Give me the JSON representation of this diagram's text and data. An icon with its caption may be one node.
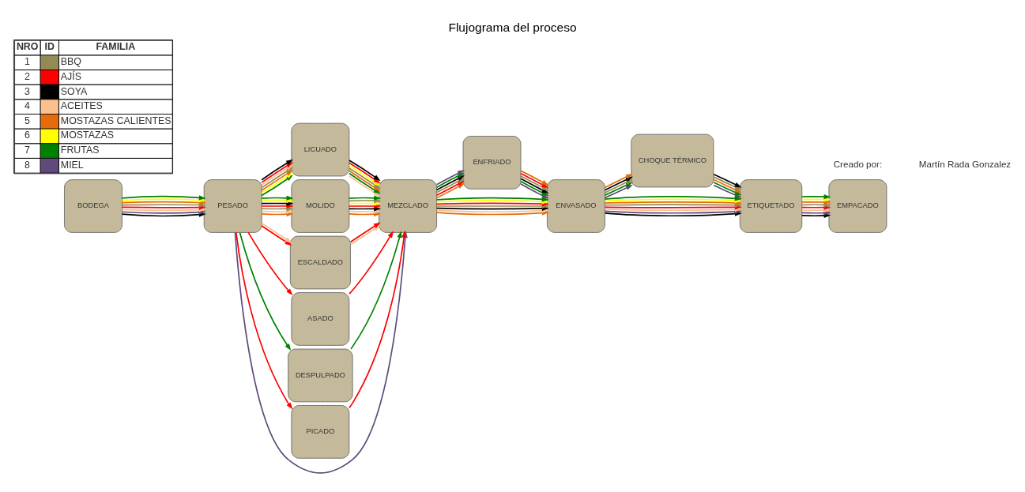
{
  "diagram": {
    "title": "Flujograma del proceso",
    "nodes": [
      {
        "text": [
          "BODEGA"
        ]
      },
      {
        "text": [
          "PESADO"
        ]
      },
      {
        "text": [
          "LICUADO"
        ]
      },
      {
        "text": [
          "MOLIDO"
        ]
      },
      {
        "text": [
          "ESCALDADO"
        ]
      },
      {
        "text": [
          "ASADO"
        ]
      },
      {
        "text": [
          "DESPULPADO"
        ]
      },
      {
        "text": [
          "PICADO"
        ]
      },
      {
        "text": [
          "MEZCLADO"
        ]
      },
      {
        "text": [
          "ENFRIADO"
        ]
      },
      {
        "text": [
          "CHOQUE TÉRMICO"
        ]
      },
      {
        "text": [
          "ENVASADO"
        ]
      },
      {
        "text": [
          "ETIQUETADO"
        ]
      },
      {
        "text": [
          "EMPACADO"
        ]
      }
    ],
    "edges": [
      {
        "from": 0,
        "to": 1,
        "arrow": "to",
        "color": "#000000"
      },
      {
        "from": 0,
        "to": 1,
        "arrow": "to",
        "color": "#604a7b"
      },
      {
        "from": 0,
        "to": 1,
        "arrow": "to",
        "color": "#fac090"
      },
      {
        "from": 0,
        "to": 1,
        "arrow": "to",
        "color": "#ff0000"
      },
      {
        "from": 0,
        "to": 1,
        "arrow": "to",
        "color": "#948a54"
      },
      {
        "from": 0,
        "to": 1,
        "arrow": "to",
        "color": "#e46c0a"
      },
      {
        "from": 0,
        "to": 1,
        "arrow": "to",
        "color": "#ffff00"
      },
      {
        "from": 0,
        "to": 1,
        "arrow": "to",
        "color": "#008000"
      },
      {
        "from": 1,
        "to": 2,
        "arrow": "to",
        "color": "#008000"
      },
      {
        "from": 1,
        "to": 2,
        "arrow": "to",
        "color": "#ffff00"
      },
      {
        "from": 1,
        "to": 2,
        "arrow": "to",
        "color": "#e46c0a"
      },
      {
        "from": 1,
        "to": 2,
        "arrow": "to",
        "color": "#948a54"
      },
      {
        "from": 1,
        "to": 2,
        "arrow": "to",
        "color": "#fac090"
      },
      {
        "from": 1,
        "to": 2,
        "arrow": "to",
        "color": "#ff0000"
      },
      {
        "from": 1,
        "to": 2,
        "arrow": "to",
        "color": "#000000"
      },
      {
        "from": 1,
        "to": 3,
        "arrow": "to",
        "color": "#e46c0a"
      },
      {
        "from": 1,
        "to": 3,
        "arrow": "to",
        "color": "#fac090"
      },
      {
        "from": 1,
        "to": 3,
        "arrow": "to",
        "color": "#948a54"
      },
      {
        "from": 1,
        "to": 3,
        "arrow": "to",
        "color": "#ff0000"
      },
      {
        "from": 1,
        "to": 3,
        "arrow": "to",
        "color": "#000000"
      },
      {
        "from": 1,
        "to": 3,
        "arrow": "to",
        "color": "#ffff00"
      },
      {
        "from": 1,
        "to": 3,
        "arrow": "to",
        "color": "#008000"
      },
      {
        "from": 1,
        "to": 4,
        "arrow": "to",
        "color": "#ff0000"
      },
      {
        "from": 1,
        "to": 4,
        "arrow": "to",
        "color": "#fac090"
      },
      {
        "from": 1,
        "to": 5,
        "arrow": "to",
        "color": "#ff0000"
      },
      {
        "from": 1,
        "to": 6,
        "arrow": "to",
        "color": "#008000"
      },
      {
        "from": 1,
        "to": 7,
        "arrow": "to",
        "color": "#ff0000"
      },
      {
        "from": 1,
        "to": 8,
        "arrow": "to",
        "color": "#604a7b"
      },
      {
        "from": 2,
        "to": 8,
        "arrow": "to",
        "color": "#fac090"
      },
      {
        "from": 2,
        "to": 8,
        "arrow": "to",
        "color": "#008000"
      },
      {
        "from": 2,
        "to": 8,
        "arrow": "to",
        "color": "#e46c0a"
      },
      {
        "from": 2,
        "to": 8,
        "arrow": "to",
        "color": "#948a54"
      },
      {
        "from": 2,
        "to": 8,
        "arrow": "to",
        "color": "#ffff00"
      },
      {
        "from": 2,
        "to": 8,
        "arrow": "to",
        "color": "#ff0000"
      },
      {
        "from": 2,
        "to": 8,
        "arrow": "to",
        "color": "#000000"
      },
      {
        "from": 3,
        "to": 8,
        "arrow": "to",
        "color": "#e46c0a"
      },
      {
        "from": 3,
        "to": 8,
        "arrow": "to",
        "color": "#fac090"
      },
      {
        "from": 3,
        "to": 8,
        "arrow": "to",
        "color": "#000000"
      },
      {
        "from": 3,
        "to": 8,
        "arrow": "to",
        "color": "#ff0000"
      },
      {
        "from": 3,
        "to": 8,
        "arrow": "to",
        "color": "#ffff00"
      },
      {
        "from": 3,
        "to": 8,
        "arrow": "to",
        "color": "#948a54"
      },
      {
        "from": 3,
        "to": 8,
        "arrow": "to",
        "color": "#008000"
      },
      {
        "from": 4,
        "to": 8,
        "arrow": "to",
        "color": "#fac090"
      },
      {
        "from": 4,
        "to": 8,
        "arrow": "to",
        "color": "#ff0000"
      },
      {
        "from": 5,
        "to": 8,
        "arrow": "to",
        "color": "#ff0000"
      },
      {
        "from": 6,
        "to": 8,
        "arrow": "to",
        "color": "#008000"
      },
      {
        "from": 7,
        "to": 8,
        "arrow": "to",
        "color": "#ff0000"
      },
      {
        "from": 8,
        "to": 9,
        "arrow": "to",
        "color": "#e46c0a"
      },
      {
        "from": 8,
        "to": 9,
        "arrow": "to",
        "color": "#ff0000"
      },
      {
        "from": 8,
        "to": 9,
        "arrow": "to",
        "color": "#948a54"
      },
      {
        "from": 8,
        "to": 9,
        "arrow": "to",
        "color": "#000000"
      },
      {
        "from": 8,
        "to": 9,
        "arrow": "to",
        "color": "#008000"
      },
      {
        "from": 8,
        "to": 9,
        "arrow": "to",
        "color": "#604a7b"
      },
      {
        "from": 8,
        "to": 11,
        "arrow": "to",
        "color": "#e46c0a"
      },
      {
        "from": 8,
        "to": 11,
        "arrow": "to",
        "color": "#fac090"
      },
      {
        "from": 8,
        "to": 11,
        "arrow": "to",
        "color": "#000000"
      },
      {
        "from": 8,
        "to": 11,
        "arrow": "to",
        "color": "#948a54"
      },
      {
        "from": 8,
        "to": 11,
        "arrow": "to",
        "color": "#ff0000"
      },
      {
        "from": 8,
        "to": 11,
        "arrow": "to",
        "color": "#ffff00"
      },
      {
        "from": 8,
        "to": 11,
        "arrow": "to",
        "color": "#008000"
      },
      {
        "from": 9,
        "to": 11,
        "arrow": "to",
        "color": "#604a7b"
      },
      {
        "from": 9,
        "to": 11,
        "arrow": "to",
        "color": "#008000"
      },
      {
        "from": 9,
        "to": 11,
        "arrow": "to",
        "color": "#000000"
      },
      {
        "from": 9,
        "to": 11,
        "arrow": "to",
        "color": "#948a54"
      },
      {
        "from": 9,
        "to": 11,
        "arrow": "to",
        "color": "#ff0000"
      },
      {
        "from": 9,
        "to": 11,
        "arrow": "to",
        "color": "#e46c0a"
      },
      {
        "from": 11,
        "to": 10,
        "arrow": "to",
        "color": "#604a7b"
      },
      {
        "from": 11,
        "to": 10,
        "arrow": "to",
        "color": "#008000"
      },
      {
        "from": 11,
        "to": 10,
        "arrow": "to",
        "color": "#948a54"
      },
      {
        "from": 11,
        "to": 10,
        "arrow": "to",
        "color": "#000000"
      },
      {
        "from": 11,
        "to": 10,
        "arrow": "to",
        "color": "#e46c0a"
      },
      {
        "from": 11,
        "to": 12,
        "arrow": "to",
        "color": "#000000"
      },
      {
        "from": 11,
        "to": 12,
        "arrow": "to",
        "color": "#604a7b"
      },
      {
        "from": 11,
        "to": 12,
        "arrow": "to",
        "color": "#fac090"
      },
      {
        "from": 11,
        "to": 12,
        "arrow": "to",
        "color": "#ff0000"
      },
      {
        "from": 11,
        "to": 12,
        "arrow": "to",
        "color": "#948a54"
      },
      {
        "from": 11,
        "to": 12,
        "arrow": "to",
        "color": "#e46c0a"
      },
      {
        "from": 11,
        "to": 12,
        "arrow": "to",
        "color": "#ffff00"
      },
      {
        "from": 11,
        "to": 12,
        "arrow": "to",
        "color": "#008000"
      },
      {
        "from": 10,
        "to": 12,
        "arrow": "to",
        "color": "#604a7b"
      },
      {
        "from": 10,
        "to": 12,
        "arrow": "to",
        "color": "#008000"
      },
      {
        "from": 10,
        "to": 12,
        "arrow": "to",
        "color": "#e46c0a"
      },
      {
        "from": 10,
        "to": 12,
        "arrow": "to",
        "color": "#948a54"
      },
      {
        "from": 10,
        "to": 12,
        "arrow": "to",
        "color": "#000000"
      },
      {
        "from": 12,
        "to": 13,
        "arrow": "to",
        "color": "#000000"
      },
      {
        "from": 12,
        "to": 13,
        "arrow": "to",
        "color": "#604a7b"
      },
      {
        "from": 12,
        "to": 13,
        "arrow": "to",
        "color": "#fac090"
      },
      {
        "from": 12,
        "to": 13,
        "arrow": "to",
        "color": "#ff0000"
      },
      {
        "from": 12,
        "to": 13,
        "arrow": "to",
        "color": "#948a54"
      },
      {
        "from": 12,
        "to": 13,
        "arrow": "to",
        "color": "#e46c0a"
      },
      {
        "from": 12,
        "to": 13,
        "arrow": "to",
        "color": "#ffff00"
      },
      {
        "from": 12,
        "to": 13,
        "arrow": "to",
        "color": "#008000"
      }
    ],
    "labels": [
      "NRO",
      "ID",
      "FAMILIA",
      "1",
      "2",
      "3",
      "4",
      "5",
      "6",
      "7",
      "8",
      "Creado por:",
      "Martín Rada Gonzalez"
    ],
    "legend": [
      {
        "text": "BBQ",
        "color": "#948a54"
      },
      {
        "text": "AJÍS",
        "color": "#ff0000"
      },
      {
        "text": "SOYA",
        "color": "#000000"
      },
      {
        "text": "ACEITES",
        "color": "#fac090"
      },
      {
        "text": "MOSTAZAS CALIENTES",
        "color": "#e46c0a"
      },
      {
        "text": "MOSTAZAS",
        "color": "#ffff00"
      },
      {
        "text": "FRUTAS",
        "color": "#008000"
      },
      {
        "text": "MIEL",
        "color": "#604a7b"
      }
    ]
  }
}
